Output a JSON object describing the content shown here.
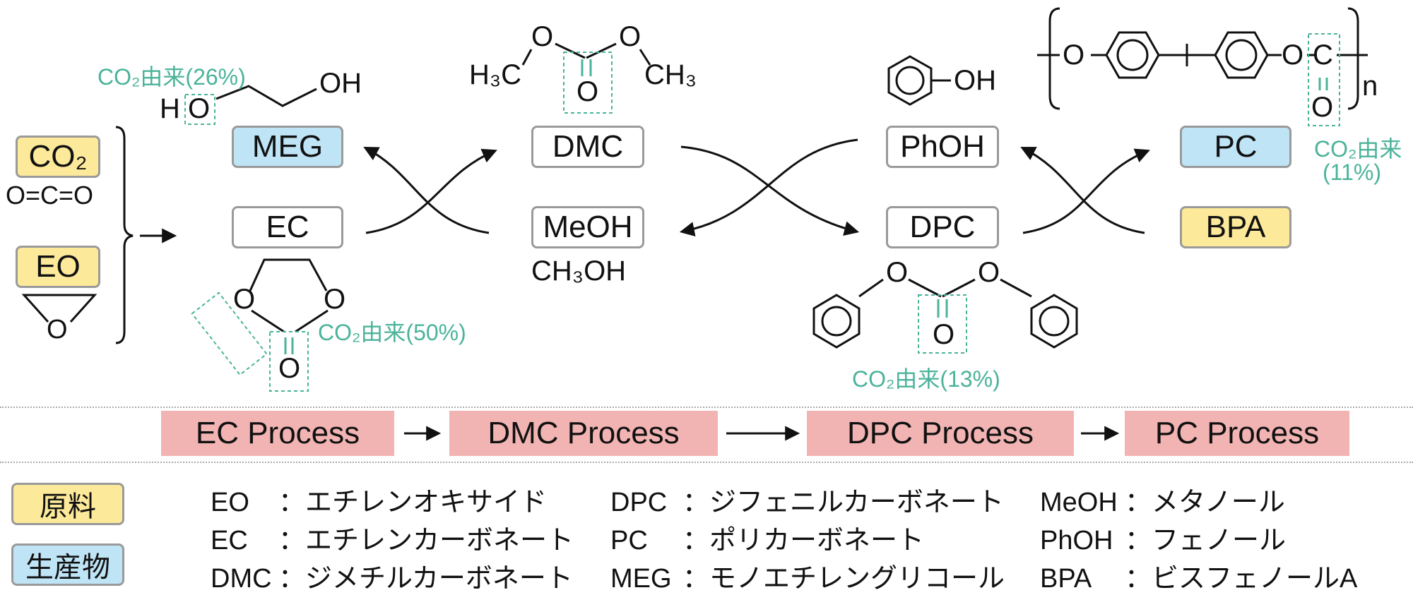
{
  "colors": {
    "raw_material": "#fde99a",
    "product": "#bfe4f6",
    "intermediate": "#ffffff",
    "process": "#f2b3b3",
    "co2_accent": "#4bb39a"
  },
  "boxes": {
    "co2": "CO₂",
    "eo": "EO",
    "meg": "MEG",
    "ec": "EC",
    "dmc": "DMC",
    "meoh": "MeOH",
    "phoh": "PhOH",
    "dpc": "DPC",
    "pc": "PC",
    "bpa": "BPA"
  },
  "formulas": {
    "co2_structure": "O=C=O",
    "meoh_formula": "CH₃OH",
    "h3c": "H₃C",
    "ch3": "CH₃",
    "meg_oh": "OH",
    "meg_h": "H",
    "phoh_oh": "OH",
    "pc_repeat": "n"
  },
  "atoms": {
    "o": "O",
    "c": "C",
    "double_bond": "="
  },
  "co2_labels": {
    "meg": "CO₂由来(26%)",
    "ec": "CO₂由来(50%)",
    "dpc": "CO₂由来(13%)",
    "pc_line1": "CO₂由来",
    "pc_line2": "(11%)"
  },
  "processes": [
    "EC Process",
    "DMC Process",
    "DPC Process",
    "PC Process"
  ],
  "legend": {
    "raw_material": "原料",
    "product": "生産物"
  },
  "glossary": [
    {
      "abbr": "EO",
      "sep": "：",
      "name": "エチレンオキサイド"
    },
    {
      "abbr": "EC",
      "sep": "：",
      "name": "エチレンカーボネート"
    },
    {
      "abbr": "DMC",
      "sep": "：",
      "name": "ジメチルカーボネート"
    },
    {
      "abbr": "DPC",
      "sep": "：",
      "name": "ジフェニルカーボネート"
    },
    {
      "abbr": "PC",
      "sep": "：",
      "name": "ポリカーボネート"
    },
    {
      "abbr": "MEG",
      "sep": "：",
      "name": "モノエチレングリコール"
    },
    {
      "abbr": "MeOH",
      "sep": "：",
      "name": "メタノール"
    },
    {
      "abbr": "PhOH",
      "sep": "：",
      "name": "フェノール"
    },
    {
      "abbr": "BPA",
      "sep": "：",
      "name": "ビスフェノールA"
    }
  ]
}
